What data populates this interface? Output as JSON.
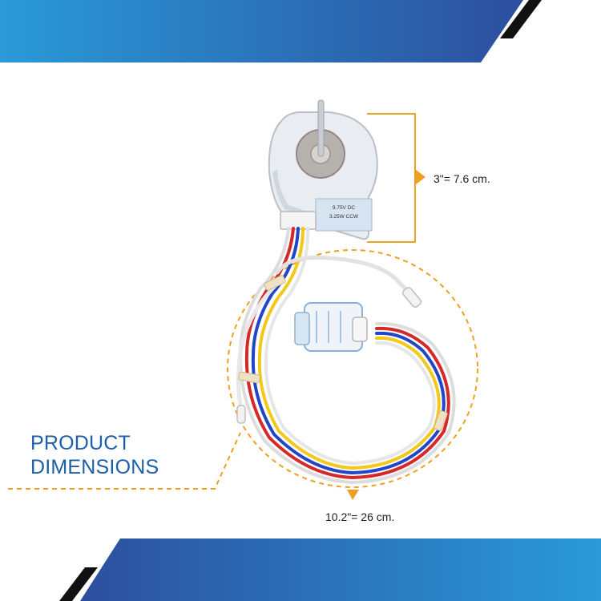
{
  "heading": {
    "line1": "PRODUCT",
    "line2": "DIMENSIONS"
  },
  "dimensions": {
    "height": "3\"= 7.6 cm.",
    "length": "10.2\"= 26 cm."
  },
  "motor_label": {
    "line1": "9.75V  DC",
    "line2": "3.25W  CCW"
  },
  "colors": {
    "banner_blue_dark": "#2c5aa8",
    "banner_blue_light": "#2d8fd1",
    "accent_orange": "#f0a020",
    "heading_blue": "#1a5fa8",
    "wire_red": "#d62828",
    "wire_blue": "#2146c7",
    "wire_yellow": "#f2c81a",
    "wire_white": "#f2f2f2"
  }
}
